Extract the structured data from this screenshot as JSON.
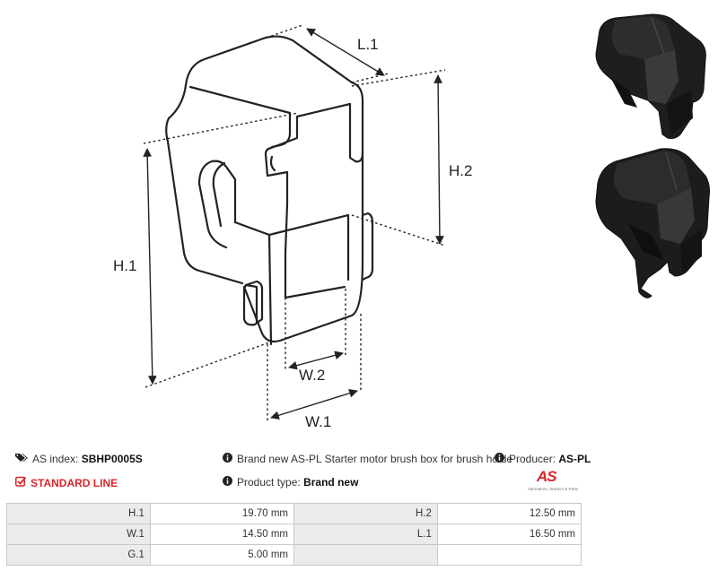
{
  "drawing": {
    "labels": {
      "l1": "L.1",
      "h1": "H.1",
      "h2": "H.2",
      "w1": "W.1",
      "w2": "W.2"
    }
  },
  "info": {
    "as_index_label": "AS index:",
    "as_index_value": "SBHP0005S",
    "line_label": "STANDARD LINE",
    "description": "Brand new AS-PL Starter motor brush box for brush holde",
    "producer_label": "Producer:",
    "producer_value": "AS-PL",
    "product_type_label": "Product type:",
    "product_type_value": "Brand new",
    "logo_text": "AS",
    "logo_tagline": "Alternators, Starters & Parts",
    "accent_color": "#d9262b"
  },
  "specs": [
    {
      "l1": "H.1",
      "v1": "19.70 mm",
      "l2": "H.2",
      "v2": "12.50 mm"
    },
    {
      "l1": "W.1",
      "v1": "14.50 mm",
      "l2": "L.1",
      "v2": "16.50 mm"
    },
    {
      "l1": "G.1",
      "v1": "5.00 mm",
      "l2": "",
      "v2": ""
    }
  ]
}
